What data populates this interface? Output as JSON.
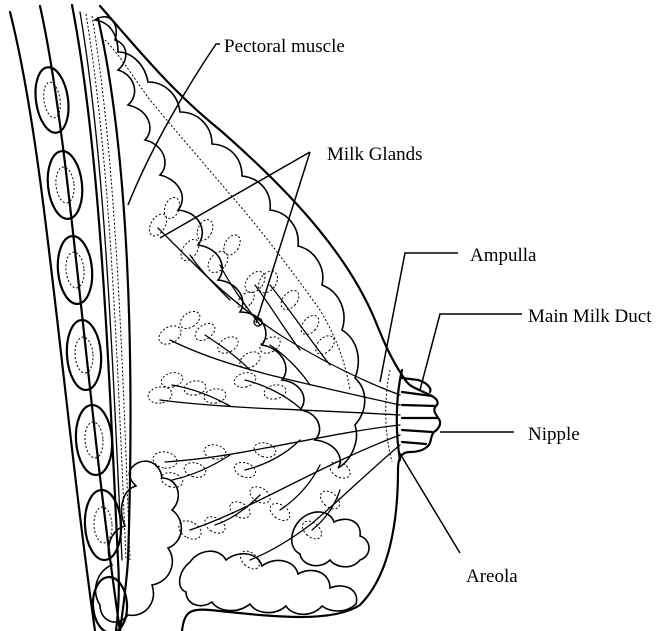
{
  "labels": {
    "pectoral_muscle": "Pectoral muscle",
    "milk_glands": "Milk Glands",
    "ampulla": "Ampulla",
    "main_milk_duct": "Main Milk Duct",
    "nipple": "Nipple",
    "areola": "Areola"
  }
}
